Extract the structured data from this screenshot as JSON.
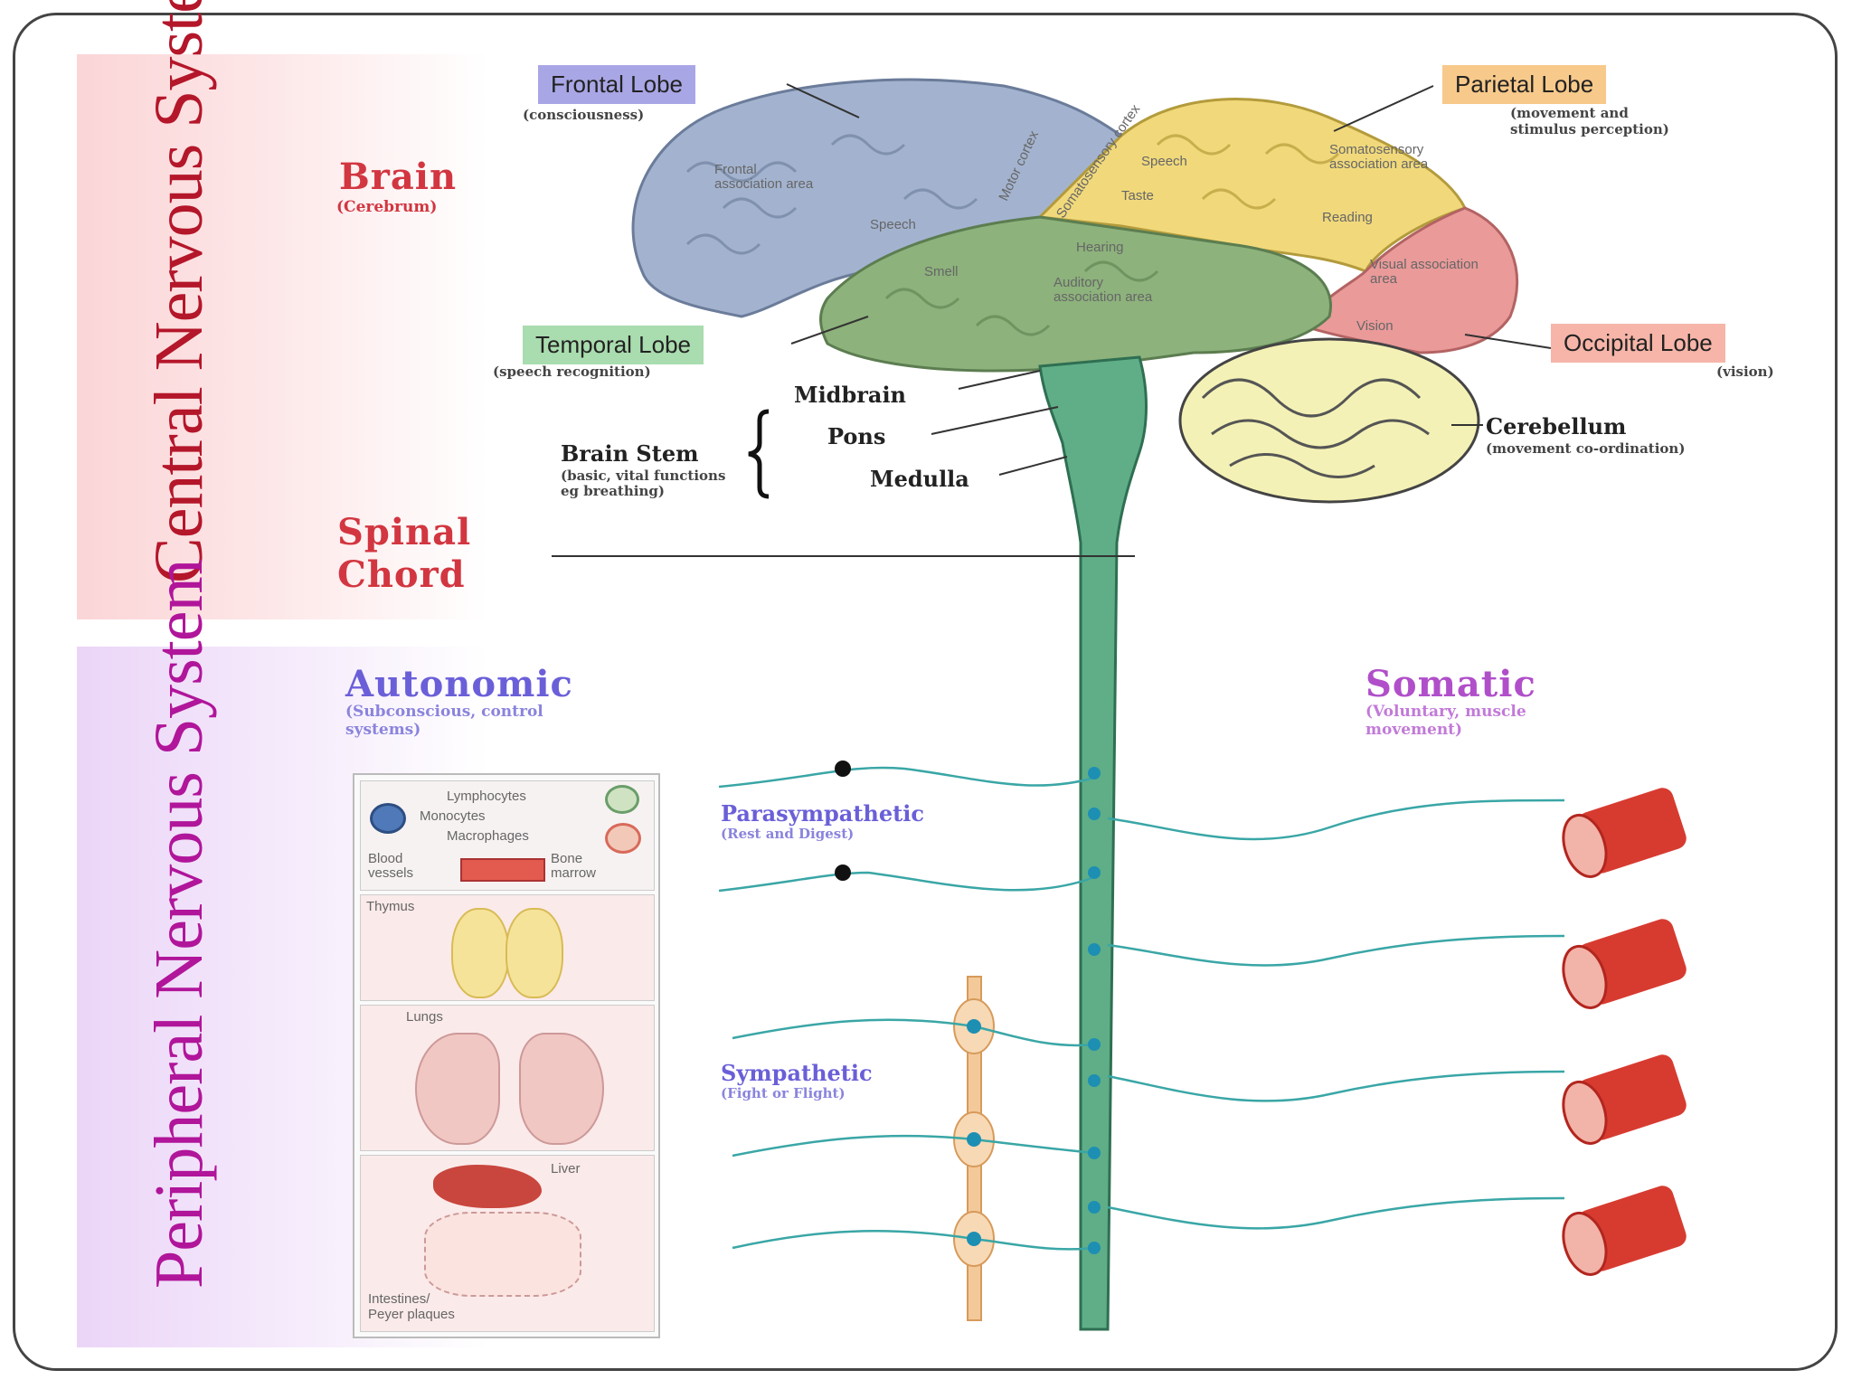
{
  "cns_title": "Central Nervous System",
  "pns_title": "Peripheral Nervous System",
  "brain": {
    "label": "Brain",
    "sub": "(Cerebrum)"
  },
  "spinal": {
    "line1": "Spinal",
    "line2": "Chord"
  },
  "lobes": {
    "frontal": {
      "label": "Frontal Lobe",
      "sub": "(consciousness)",
      "color": "#a9a6e6"
    },
    "parietal": {
      "label": "Parietal Lobe",
      "sub1": "(movement and",
      "sub2": "stimulus perception)",
      "color": "#f7c98a"
    },
    "temporal": {
      "label": "Temporal Lobe",
      "sub": "(speech recognition)",
      "color": "#a9dcae"
    },
    "occipital": {
      "label": "Occipital Lobe",
      "sub": "(vision)",
      "color": "#f6b5a8"
    }
  },
  "brain_areas": {
    "frontal_assoc": "Frontal association area",
    "speech1": "Speech",
    "motor": "Motor cortex",
    "somato": "Somatosensory cortex",
    "speech2": "Speech",
    "taste": "Taste",
    "somato_assoc": "Somatosensory association area",
    "reading": "Reading",
    "hearing": "Hearing",
    "smell": "Smell",
    "auditory": "Auditory association area",
    "visual_assoc": "Visual association area",
    "vision": "Vision"
  },
  "brainstem": {
    "midbrain": "Midbrain",
    "pons": "Pons",
    "medulla": "Medulla",
    "label": "Brain Stem",
    "sub1": "(basic, vital functions",
    "sub2": "eg breathing)"
  },
  "cerebellum": {
    "label": "Cerebellum",
    "sub": "(movement co-ordination)"
  },
  "autonomic": {
    "label": "Autonomic",
    "sub1": "(Subconscious, control",
    "sub2": "systems)"
  },
  "somatic": {
    "label": "Somatic",
    "sub1": "(Voluntary, muscle",
    "sub2": "movement)"
  },
  "parasympathetic": {
    "label": "Parasympathetic",
    "sub": "(Rest and Digest)"
  },
  "sympathetic": {
    "label": "Sympathetic",
    "sub": "(Fight or Flight)"
  },
  "organs": {
    "lymphocytes": "Lymphocytes",
    "monocytes": "Monocytes",
    "macrophages": "Macrophages",
    "blood_vessels": "Blood vessels",
    "bone_marrow": "Bone marrow",
    "thymus": "Thymus",
    "lungs": "Lungs",
    "liver": "Liver",
    "intestines": "Intestines/ Peyer plaques"
  }
}
